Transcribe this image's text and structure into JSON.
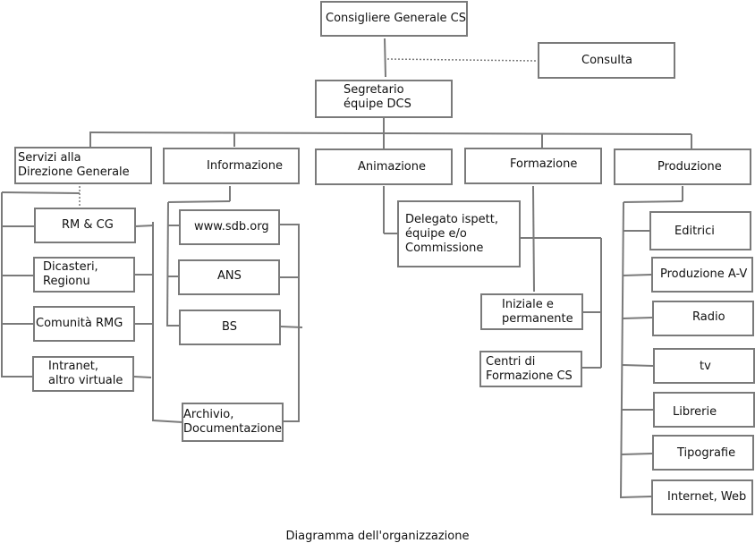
{
  "nodes": {
    "consigliere": "Consigliere Generale CS",
    "consulta": "Consulta",
    "segretario": "Segretario\néquipe DCS",
    "servizi": "Servizi alla\nDirezione Generale",
    "informazione": "Informazione",
    "animazione": "Animazione",
    "formazione": "Formazione",
    "produzione": "Produzione",
    "rm_cg": "RM & CG",
    "dicasteri": "Dicasteri,\nRegionu",
    "comunita": "Comunità RMG",
    "intranet": "Intranet,\naltro virtuale",
    "archivio": "Archivio,\nDocumentazione",
    "sdb": "www.sdb.org",
    "ans": "ANS",
    "bs": "BS",
    "delegato": "Delegato ispett,\néquipe e/o\nCommissione",
    "iniziale": "Iniziale e\npermanente",
    "centri": "Centri di\nFormazione CS",
    "editrici": "Editrici",
    "produzione_av": "Produzione A-V",
    "radio": "Radio",
    "tv": "tv",
    "librerie": "Librerie",
    "tipografie": "Tipografie",
    "internet": "Internet, Web"
  },
  "caption": "Diagramma dell'organizzazione",
  "colors": {
    "border": "#7a7a7a",
    "text": "#111111"
  }
}
